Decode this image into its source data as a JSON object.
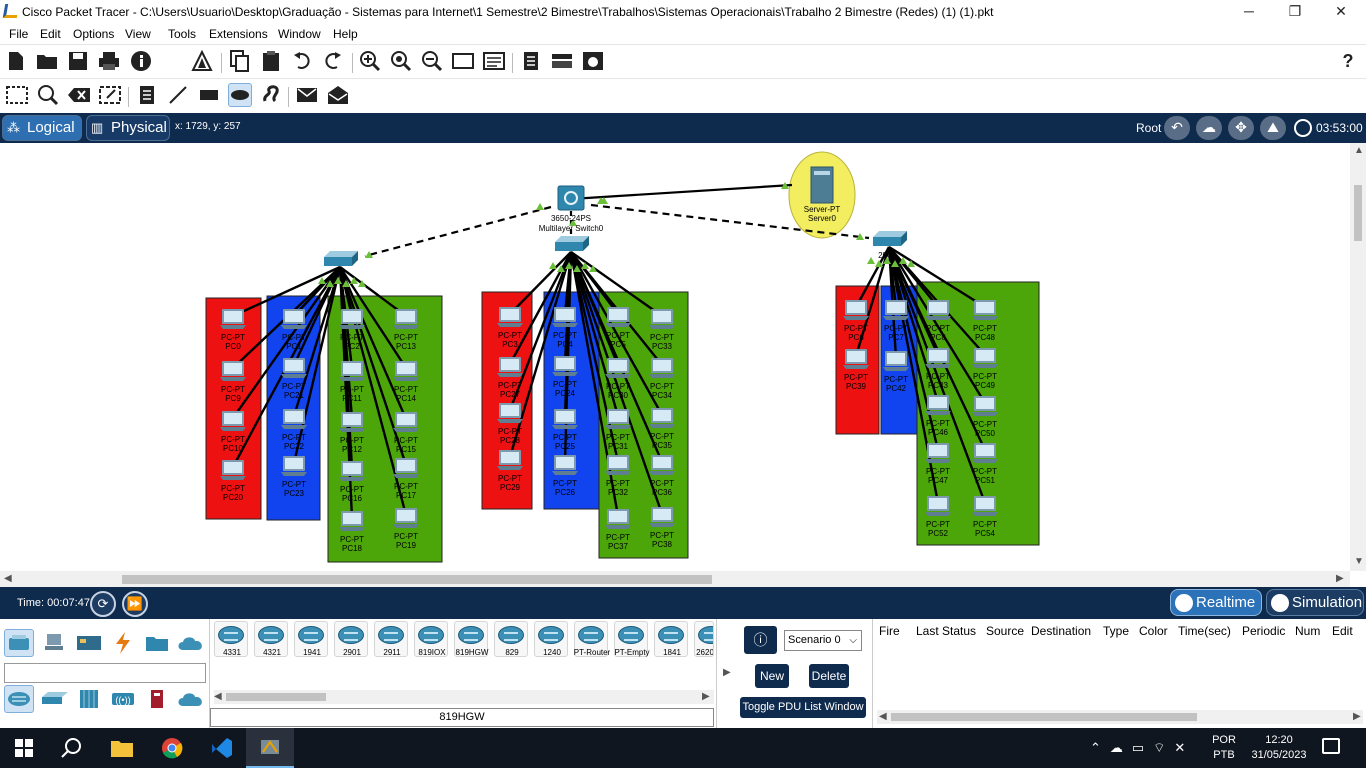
{
  "window": {
    "title": "Cisco Packet Tracer - C:\\Users\\Usuario\\Desktop\\Graduação - Sistemas para Internet\\1 Semestre\\2 Bimestre\\Trabalhos\\Sistemas Operacionais\\Trabalho 2 Bimestre (Redes) (1) (1).pkt",
    "controls": {
      "minimize": "─",
      "maximize": "❐",
      "close": "✕"
    }
  },
  "menu": [
    "File",
    "Edit",
    "Options",
    "View",
    "Tools",
    "Extensions",
    "Window",
    "Help"
  ],
  "toolbar1": {
    "icons": [
      "new-file-icon",
      "open-folder-icon",
      "save-icon",
      "print-icon",
      "info-icon",
      "activity-wizard-icon",
      "copy-icon",
      "paste-icon",
      "undo-icon",
      "redo-icon",
      "zoom-in-icon",
      "zoom-reset-icon",
      "zoom-out-icon",
      "drawing-palette-icon",
      "custom-devices-icon",
      "notes-icon",
      "viewport-icon",
      "network-info-icon"
    ],
    "help": "?"
  },
  "toolbar2": {
    "icons": [
      "select-icon",
      "inspect-icon",
      "delete-icon",
      "resize-icon",
      "place-note-icon",
      "draw-line-icon",
      "draw-rectangle-icon",
      "draw-ellipse-icon",
      "freeform-icon",
      "add-simple-pdu-icon",
      "add-complex-pdu-icon"
    ]
  },
  "modebar": {
    "logical": "Logical",
    "physical": "Physical",
    "coords": "x: 1729, y: 257",
    "root": "Root",
    "clock": "03:53:00"
  },
  "topology": {
    "multilayer": {
      "model": "3650-24PS",
      "name": "Multilayer Switch0"
    },
    "server": {
      "model": "Server-PT",
      "name": "Server0"
    },
    "switch_right_label": "2960",
    "pc_type": "PC-PT",
    "group1": {
      "red": [
        "PC0",
        "PC9",
        "PC10",
        "PC20"
      ],
      "blue": [
        "PC1",
        "PC21",
        "PC22",
        "PC23"
      ],
      "green_a": [
        "PC2",
        "PC11",
        "PC12",
        "PC16",
        "PC18"
      ],
      "green_b": [
        "PC13",
        "PC14",
        "PC15",
        "PC17",
        "PC19"
      ]
    },
    "group2": {
      "red": [
        "PC3",
        "PC27",
        "PC28",
        "PC29"
      ],
      "blue": [
        "PC4",
        "PC24",
        "PC25",
        "PC26"
      ],
      "green_a": [
        "PC5",
        "PC30",
        "PC31",
        "PC32",
        "PC37"
      ],
      "green_b": [
        "PC33",
        "PC34",
        "PC35",
        "PC36",
        "PC38"
      ]
    },
    "group3": {
      "red": [
        "PC6",
        "PC39"
      ],
      "blue": [
        "PC7",
        "PC42"
      ],
      "green_a": [
        "PC8",
        "PC43",
        "PC46",
        "PC47",
        "PC52"
      ],
      "green_b": [
        "PC48",
        "PC49",
        "PC50",
        "PC51",
        "PC54"
      ]
    },
    "colors": {
      "red": "#ee1111",
      "blue": "#1144ee",
      "green": "#4ca60a",
      "server_highlight": "#f2ee60",
      "link_up": "#6bbf3a"
    }
  },
  "simbar": {
    "time": "Time: 00:07:47",
    "realtime": "Realtime",
    "simulation": "Simulation"
  },
  "device_categories": [
    "network-devices-icon",
    "end-devices-icon",
    "components-icon",
    "connections-icon",
    "miscellaneous-icon",
    "multiuser-icon"
  ],
  "device_subcategories": [
    "routers-icon",
    "switches-icon",
    "hubs-icon",
    "wireless-devices-icon",
    "security-icon",
    "wan-emulation-icon"
  ],
  "devices": [
    "4331",
    "4321",
    "1941",
    "2901",
    "2911",
    "819IOX",
    "819HGW",
    "829",
    "1240",
    "PT-Router",
    "PT-Empty",
    "1841",
    "2620"
  ],
  "selected_device": "819HGW",
  "pdu": {
    "scenario": "Scenario 0",
    "new": "New",
    "delete": "Delete",
    "toggle": "Toggle PDU List Window",
    "columns": [
      "Fire",
      "Last Status",
      "Source",
      "Destination",
      "Type",
      "Color",
      "Time(sec)",
      "Periodic",
      "Num",
      "Edit"
    ]
  },
  "taskbar": {
    "lang1": "POR",
    "lang2": "PTB",
    "time": "12:20",
    "date": "31/05/2023"
  }
}
